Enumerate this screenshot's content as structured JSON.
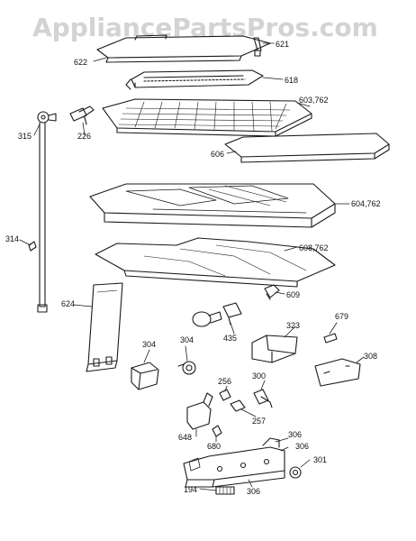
{
  "watermark": "AppliancePartsPros.com",
  "parts": [
    {
      "id": "p622",
      "label": "622"
    },
    {
      "id": "p621",
      "label": "621"
    },
    {
      "id": "p618",
      "label": "618"
    },
    {
      "id": "p603",
      "label": "603,762"
    },
    {
      "id": "p315",
      "label": "315"
    },
    {
      "id": "p226",
      "label": "226"
    },
    {
      "id": "p606",
      "label": "606"
    },
    {
      "id": "p604",
      "label": "604,762"
    },
    {
      "id": "p314",
      "label": "314"
    },
    {
      "id": "p608",
      "label": "608,762"
    },
    {
      "id": "p624",
      "label": "624"
    },
    {
      "id": "p609",
      "label": "609"
    },
    {
      "id": "p323",
      "label": "323"
    },
    {
      "id": "p679",
      "label": "679"
    },
    {
      "id": "p435",
      "label": "435"
    },
    {
      "id": "p304a",
      "label": "304"
    },
    {
      "id": "p304b",
      "label": "304"
    },
    {
      "id": "p308",
      "label": "308"
    },
    {
      "id": "p300",
      "label": "300"
    },
    {
      "id": "p256",
      "label": "256"
    },
    {
      "id": "p257",
      "label": "257"
    },
    {
      "id": "p648",
      "label": "648"
    },
    {
      "id": "p680",
      "label": "680"
    },
    {
      "id": "p306a",
      "label": "306"
    },
    {
      "id": "p306b",
      "label": "306"
    },
    {
      "id": "p301",
      "label": "301"
    },
    {
      "id": "p194",
      "label": "194"
    },
    {
      "id": "p306c",
      "label": "306"
    }
  ]
}
